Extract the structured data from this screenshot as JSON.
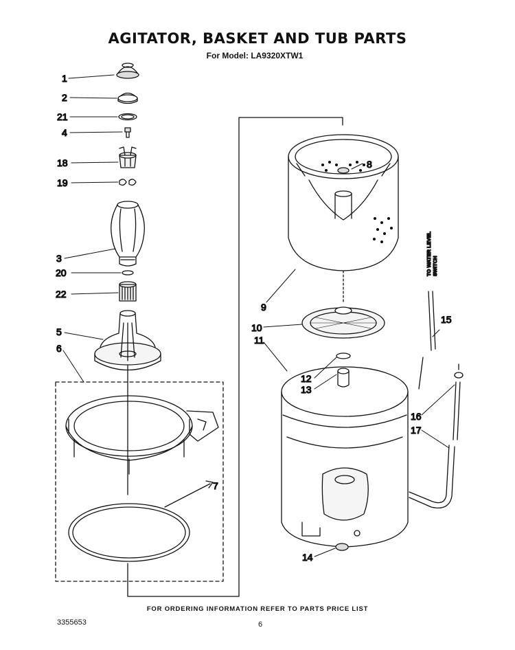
{
  "page": {
    "title": "AGITATOR, BASKET AND TUB PARTS",
    "subtitle": "For Model: LA9320XTW1",
    "footer_note": "FOR ORDERING INFORMATION REFER TO PARTS PRICE LIST",
    "doc_number": "3355653",
    "page_number": "6"
  },
  "callouts": [
    "1",
    "2",
    "21",
    "4",
    "18",
    "19",
    "3",
    "20",
    "22",
    "5",
    "6",
    "7",
    "8",
    "9",
    "10",
    "11",
    "12",
    "13",
    "14",
    "15",
    "16",
    "17"
  ],
  "vertical_note": [
    "TO WATER LEVEL",
    "SWITCH"
  ]
}
